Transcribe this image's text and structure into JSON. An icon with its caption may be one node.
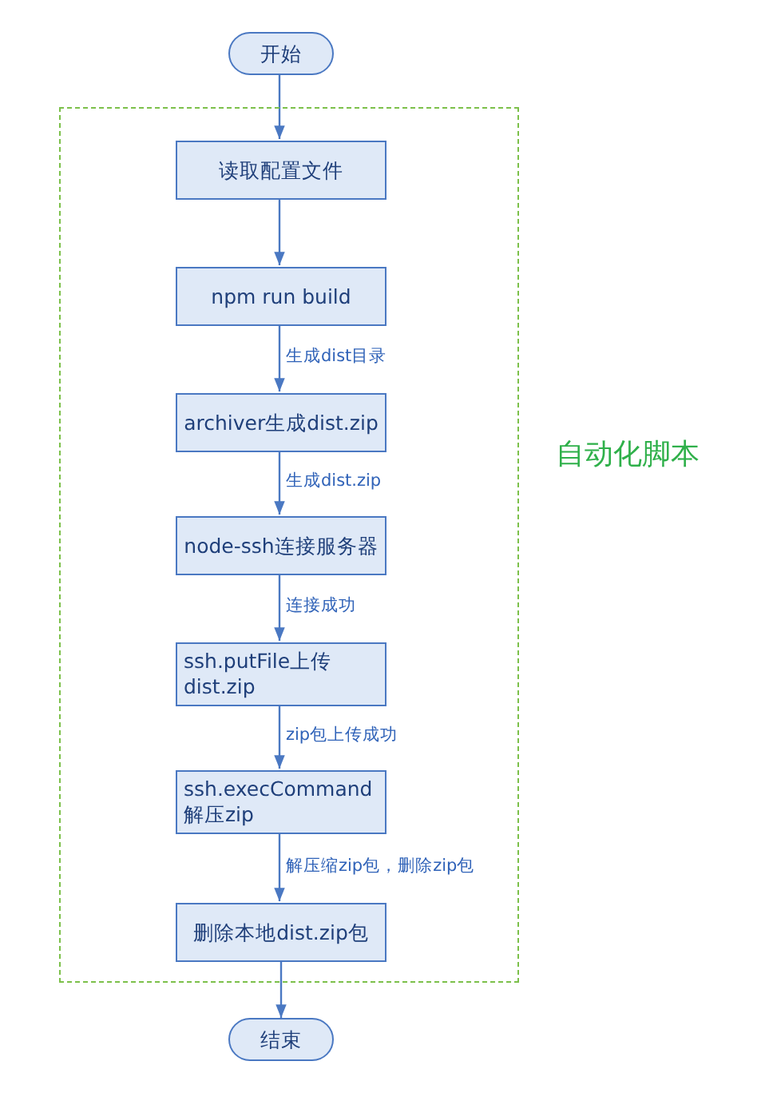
{
  "diagram": {
    "nodes": [
      {
        "text": [
          "开始"
        ]
      },
      {
        "text": [
          "自动化脚本"
        ]
      },
      {
        "text": [
          "读取配置文件"
        ],
        "in": 1
      },
      {
        "text": [
          "npm run build"
        ],
        "in": 1
      },
      {
        "text": [
          "archiver生成dist.zip"
        ],
        "in": 1
      },
      {
        "text": [
          "node-ssh连接服务器"
        ],
        "in": 1
      },
      {
        "text": [
          "ssh.putFile上传 dist.zip"
        ],
        "in": 1
      },
      {
        "text": [
          "ssh.execCommand 解压zip"
        ],
        "in": 1
      },
      {
        "text": [
          "删除本地dist.zip包"
        ],
        "in": 1
      },
      {
        "text": [
          "结束"
        ]
      }
    ],
    "edges": [
      {
        "from": 0,
        "to": 2,
        "arrow": "to"
      },
      {
        "from": 2,
        "to": 3,
        "arrow": "to"
      },
      {
        "from": 3,
        "to": 4,
        "arrow": "to",
        "label": "生成dist目录"
      },
      {
        "from": 4,
        "to": 5,
        "arrow": "to",
        "label": "生成dist.zip"
      },
      {
        "from": 5,
        "to": 6,
        "arrow": "to",
        "label": "连接成功"
      },
      {
        "from": 6,
        "to": 7,
        "arrow": "to",
        "label": "zip包上传成功"
      },
      {
        "from": 7,
        "to": 8,
        "arrow": "to",
        "label": "解压缩zip包，删除zip包"
      },
      {
        "from": 8,
        "to": 9,
        "arrow": "to"
      }
    ]
  }
}
